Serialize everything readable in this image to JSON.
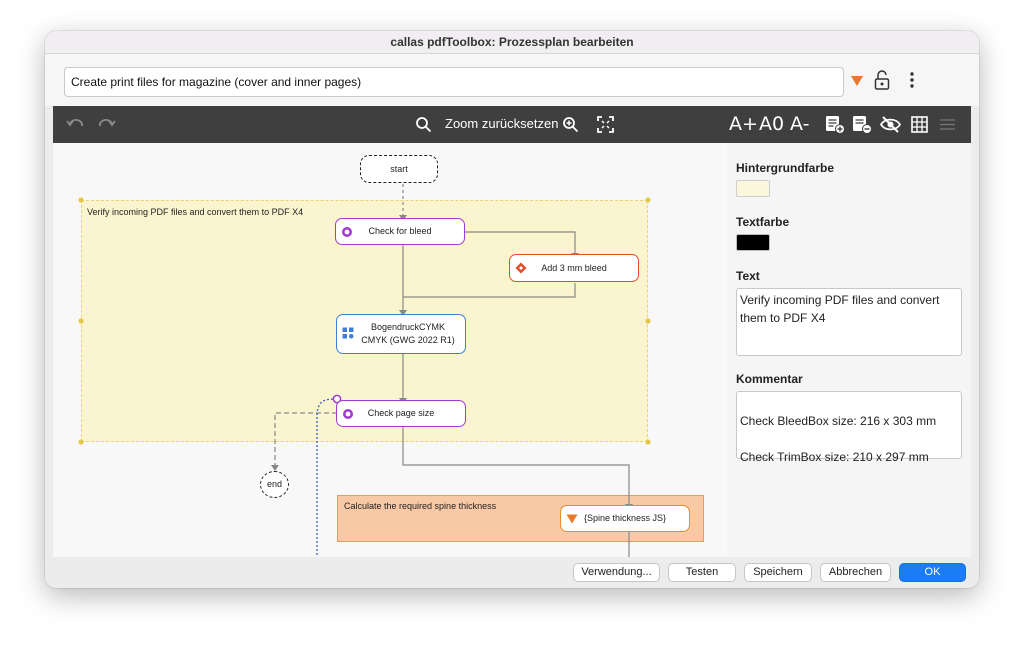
{
  "window": {
    "title": "callas pdfToolbox: Prozessplan bearbeiten"
  },
  "process": {
    "name": "Create print files for magazine (cover and inner pages)"
  },
  "toolbar": {
    "zoom_reset_label": "Zoom zurücksetzen",
    "font_increase": "A+",
    "font_reset": "A0",
    "font_decrease": "A-"
  },
  "canvas": {
    "start_label": "start",
    "end_label": "end",
    "group1": {
      "label": "Verify incoming PDF files and convert them to PDF X4",
      "color": "#fbf5cf"
    },
    "group2": {
      "label": "Calculate the required spine thickness",
      "color": "#f9c9a6"
    },
    "nodes": {
      "check_bleed": "Check for bleed",
      "add_bleed": "Add 3 mm bleed",
      "convert_line1": "BogendruckCYMK",
      "convert_line2": "CMYK (GWG 2022 R1)",
      "check_size": "Check page size",
      "spine_js": "{Spine thickness JS}"
    }
  },
  "panel": {
    "bg_heading": "Hintergrundfarbe",
    "bg_color": "#fbf7dc",
    "text_color_heading": "Textfarbe",
    "text_color": "#000000",
    "text_heading": "Text",
    "text_value": "Verify incoming PDF files and convert them to PDF X4",
    "comment_heading": "Kommentar",
    "comment_line1": "Check BleedBox size: 216 x 303 mm",
    "comment_line2": "Check TrimBox size: 210 x 297 mm"
  },
  "buttons": {
    "usage": "Verwendung...",
    "test": "Testen",
    "save": "Speichern",
    "cancel": "Abbrechen",
    "ok": "OK"
  }
}
